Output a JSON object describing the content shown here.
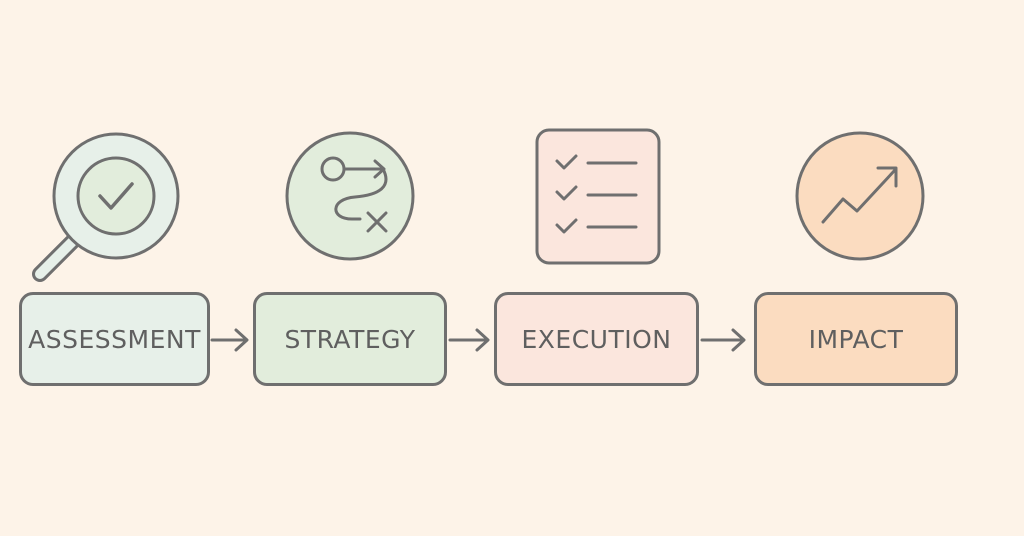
{
  "diagram": {
    "background": "#fdf3e8",
    "stroke_color": "#6f6f6f",
    "stages": [
      {
        "label": "ASSESSMENT",
        "icon": "magnifier-check-icon",
        "fill": "#e7f0e9"
      },
      {
        "label": "STRATEGY",
        "icon": "path-route-icon",
        "fill": "#e2eddc"
      },
      {
        "label": "EXECUTION",
        "icon": "checklist-icon",
        "fill": "#fbe6dd"
      },
      {
        "label": "IMPACT",
        "icon": "trend-up-icon",
        "fill": "#fbdcc0"
      }
    ],
    "connector_icon": "arrow-right-icon"
  }
}
